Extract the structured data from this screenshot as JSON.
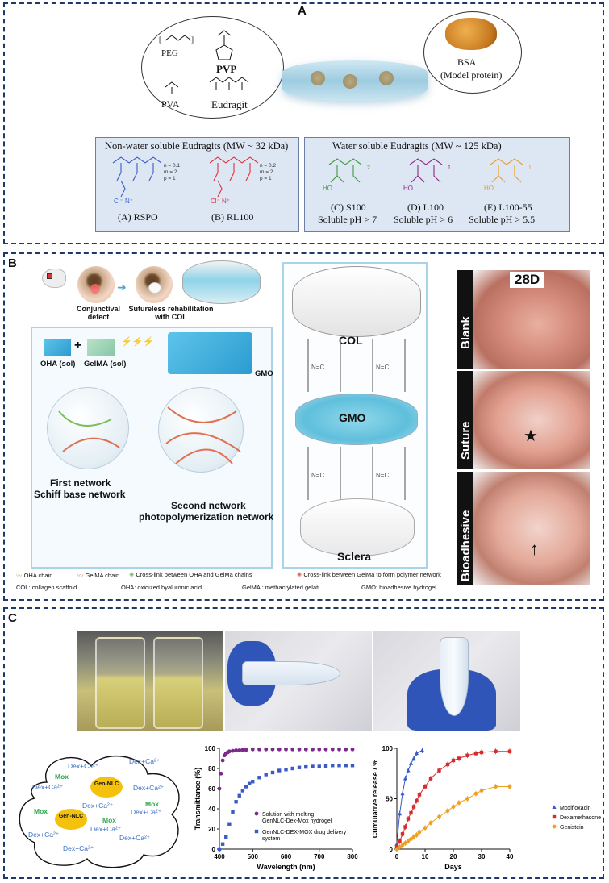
{
  "panels": {
    "a": "A",
    "b": "B",
    "c": "C"
  },
  "panel_a": {
    "polymers": [
      "PEG",
      "PVP",
      "PVA",
      "Eudragit"
    ],
    "bsa_title": "BSA",
    "bsa_sub": "(Model protein)",
    "nonwater_title": "Non-water soluble Eudragits (MW ~ 32 kDa)",
    "water_title": "Water soluble Eudragits (MW ~ 125 kDa)",
    "rspo_ratio": [
      "n = 0.1",
      "m = 2",
      "p = 1"
    ],
    "rl100_ratio": [
      "n = 0.2",
      "m = 2",
      "p = 1"
    ],
    "rspo": "(A) RSPO",
    "rl100": "(B) RL100",
    "s100": "(C) S100",
    "s100_ph": "Soluble pH > 7",
    "l100": "(D) L100",
    "l100_ph": "Soluble pH > 6",
    "l10055": "(E) L100-55",
    "l10055_ph": "Soluble pH > 5.5"
  },
  "panel_b": {
    "conj_defect": "Conjunctival defect",
    "sutureless": "Sutureless rehabilitation with COL",
    "oha": "OHA (sol)",
    "gelma": "GelMA (sol)",
    "gmo": "GMO",
    "first_network": "First network",
    "first_network_sub": "Schiff base network",
    "second_network": "Second network",
    "second_network_sub": "photopolymerization network",
    "col": "COL",
    "gmo_mid": "GMO",
    "sclera": "Sclera",
    "legend": [
      "OHA chain",
      "GelMA chain",
      "Cross-link between OHA and GelMa chains",
      "Cross-link between GelMa to form polymer network"
    ],
    "abbrev": [
      "COL: collagen scaffold",
      "OHA: oxidized hyaluronic acid",
      "GelMA : methacrylated gelati",
      "GMO: bioadhesive hydrogel"
    ],
    "day": "28D",
    "groups": [
      "Blank",
      "Suture",
      "Bioadhesive"
    ]
  },
  "panel_c": {
    "cloud_items": {
      "gen_nlc": "Gen-NLC",
      "dex_ca": "Dex+Ca²⁺",
      "mox": "Mox"
    }
  },
  "chart_data": [
    {
      "type": "scatter",
      "xlabel": "Wavelength (nm)",
      "ylabel": "Transmittance (%)",
      "xlim": [
        400,
        800
      ],
      "ylim": [
        0,
        100
      ],
      "xticks": [
        400,
        500,
        600,
        700,
        800
      ],
      "yticks": [
        0,
        20,
        40,
        60,
        80,
        100
      ],
      "legend_position": "center-right",
      "series": [
        {
          "name": "Solution with melting GenNLC-Dex-Mox hydrogel",
          "color": "#7b2a8c",
          "marker": "circle",
          "x": [
            400,
            405,
            410,
            415,
            420,
            425,
            430,
            440,
            450,
            460,
            470,
            480,
            500,
            520,
            540,
            560,
            580,
            600,
            620,
            640,
            660,
            680,
            700,
            720,
            740,
            760,
            780,
            800
          ],
          "y": [
            60,
            75,
            88,
            93,
            95,
            96,
            97,
            97.5,
            98,
            98,
            98.5,
            98.5,
            99,
            99,
            99,
            99,
            99,
            99,
            99,
            99,
            99,
            99,
            99,
            99,
            99,
            99,
            99,
            99
          ]
        },
        {
          "name": "GenNLC-DEX-MOX drug delivery system",
          "color": "#3a5bc7",
          "marker": "square",
          "x": [
            400,
            410,
            420,
            430,
            440,
            450,
            460,
            470,
            480,
            490,
            500,
            520,
            540,
            560,
            580,
            600,
            620,
            640,
            660,
            680,
            700,
            720,
            740,
            760,
            780,
            800
          ],
          "y": [
            0,
            5,
            12,
            25,
            37,
            47,
            53,
            58,
            62,
            65,
            67,
            71,
            74,
            76,
            78,
            79,
            80,
            81,
            81.5,
            82,
            82,
            82.5,
            83,
            83,
            83,
            83
          ]
        }
      ]
    },
    {
      "type": "line",
      "xlabel": "Days",
      "ylabel": "Cumulative release / %",
      "xlim": [
        0,
        40
      ],
      "ylim": [
        0,
        100
      ],
      "xticks": [
        0,
        10,
        20,
        30,
        40
      ],
      "yticks": [
        0,
        50,
        100
      ],
      "legend_position": "right",
      "series": [
        {
          "name": "Moxifloxacin",
          "color": "#3a5bc7",
          "marker": "triangle",
          "x": [
            0,
            1,
            2,
            3,
            4,
            5,
            6,
            7,
            9
          ],
          "y": [
            5,
            35,
            55,
            70,
            78,
            85,
            90,
            95,
            98
          ]
        },
        {
          "name": "Dexamethasone",
          "color": "#d62c2c",
          "marker": "square",
          "x": [
            0,
            1,
            2,
            3,
            4,
            5,
            6,
            7,
            8,
            10,
            12,
            15,
            18,
            20,
            22,
            25,
            28,
            30,
            35,
            40
          ],
          "y": [
            2,
            8,
            15,
            22,
            30,
            36,
            42,
            48,
            54,
            62,
            70,
            78,
            84,
            88,
            90,
            93,
            95,
            96,
            97,
            97
          ]
        },
        {
          "name": "Genistein",
          "color": "#f0a020",
          "marker": "circle",
          "x": [
            0,
            1,
            2,
            3,
            4,
            5,
            6,
            7,
            8,
            10,
            12,
            15,
            18,
            20,
            22,
            25,
            28,
            30,
            35,
            40
          ],
          "y": [
            0,
            2,
            4,
            6,
            8,
            10,
            12,
            14,
            17,
            21,
            26,
            32,
            38,
            42,
            46,
            50,
            55,
            58,
            62,
            62
          ]
        }
      ]
    }
  ],
  "colors": {
    "panel_border": "#1f3a68",
    "box_fill": "#dde6f3",
    "rspo": "#3a5bc7",
    "rl100": "#e0303a",
    "s100": "#3e9a3e",
    "l100": "#8e2a86",
    "l10055": "#f39a1e"
  }
}
